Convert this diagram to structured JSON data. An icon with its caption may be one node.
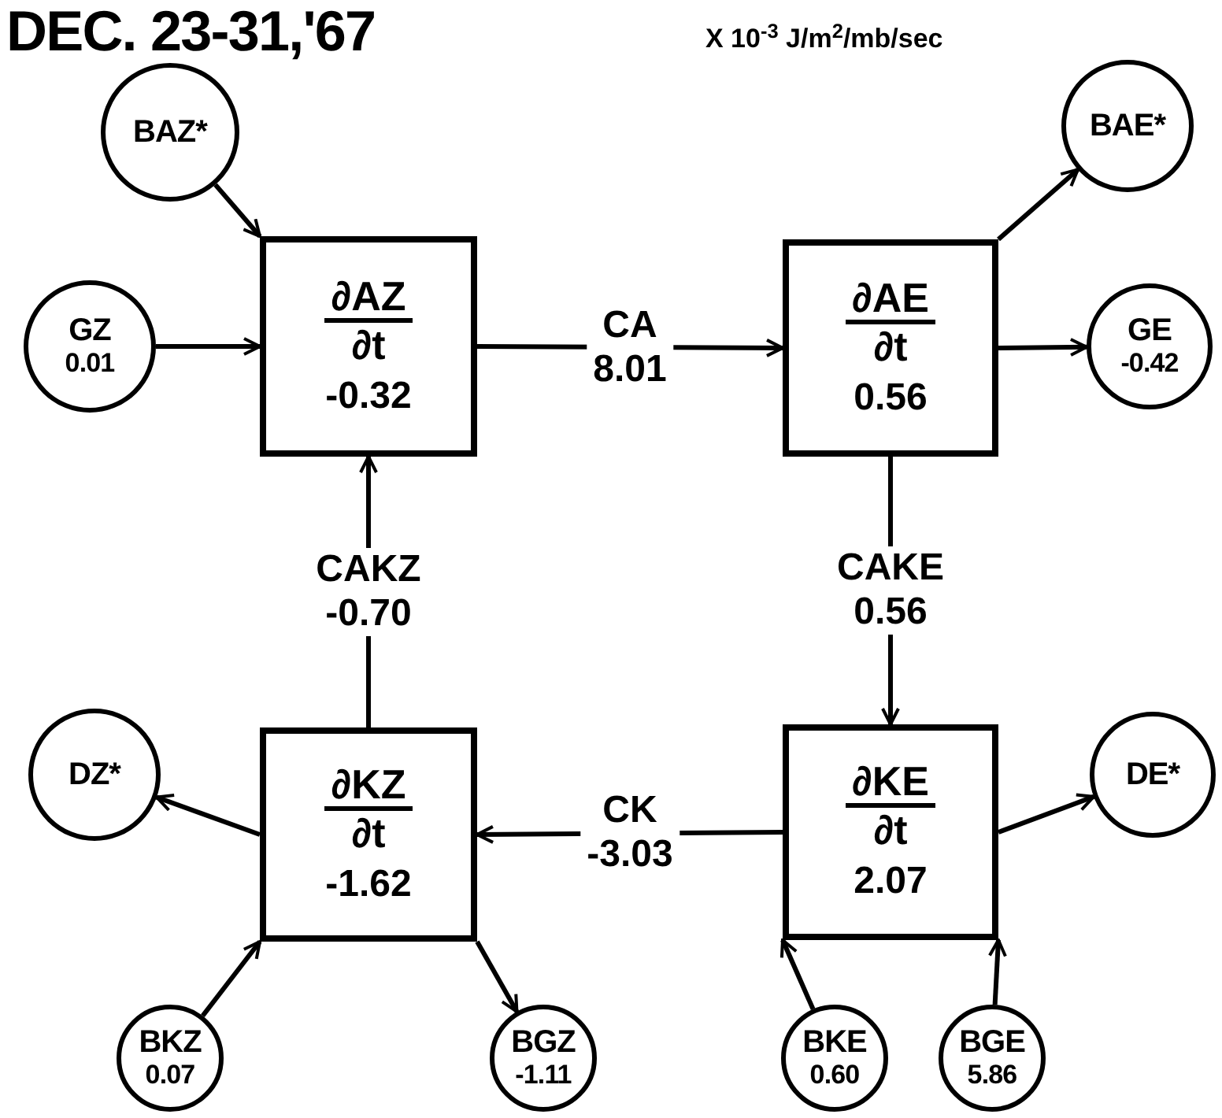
{
  "diagram": {
    "title": "DEC. 23-31,'67",
    "nodes": [
      {
        "text": [
          "BAZ*"
        ]
      },
      {
        "text": [
          "BAE*"
        ]
      },
      {
        "text": [
          "GZ",
          "0.01"
        ]
      },
      {
        "text": [
          "∂AZ",
          "∂t",
          "-0.32"
        ]
      },
      {
        "text": [
          "∂AE",
          "∂t",
          "0.56"
        ]
      },
      {
        "text": [
          "GE",
          "-0.42"
        ]
      },
      {
        "text": [
          "DZ*"
        ]
      },
      {
        "text": [
          "∂KZ",
          "∂t",
          "-1.62"
        ]
      },
      {
        "text": [
          "∂KE",
          "∂t",
          "2.07"
        ]
      },
      {
        "text": [
          "DE*"
        ]
      },
      {
        "text": [
          "BKZ",
          "0.07"
        ]
      },
      {
        "text": [
          "BGZ",
          "-1.11"
        ]
      },
      {
        "text": [
          "BKE",
          "0.60"
        ]
      },
      {
        "text": [
          "BGE",
          "5.86"
        ]
      }
    ],
    "edges": [
      {
        "from": 0,
        "to": 3,
        "arrow": "to"
      },
      {
        "from": 2,
        "to": 3,
        "arrow": "to"
      },
      {
        "from": 3,
        "to": 4,
        "arrow": "to",
        "label": "CA 8.01"
      },
      {
        "from": 4,
        "to": 1,
        "arrow": "to"
      },
      {
        "from": 4,
        "to": 5,
        "arrow": "to"
      },
      {
        "from": 7,
        "to": 3,
        "arrow": "to",
        "label": "CAKZ -0.70"
      },
      {
        "from": 4,
        "to": 8,
        "arrow": "to",
        "label": "CAKE 0.56"
      },
      {
        "from": 8,
        "to": 7,
        "arrow": "to",
        "label": "CK -3.03"
      },
      {
        "from": 7,
        "to": 6,
        "arrow": "to"
      },
      {
        "from": 8,
        "to": 9,
        "arrow": "to"
      },
      {
        "from": 10,
        "to": 7,
        "arrow": "to"
      },
      {
        "from": 7,
        "to": 11,
        "arrow": "to"
      },
      {
        "from": 12,
        "to": 8,
        "arrow": "to"
      },
      {
        "from": 13,
        "to": 8,
        "arrow": "to"
      }
    ],
    "labels": [
      "X 10$^{-3}$ J/m$^{2}$/mb/sec"
    ]
  }
}
